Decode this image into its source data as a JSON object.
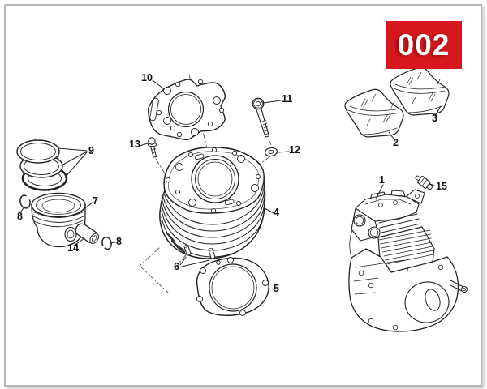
{
  "diagram": {
    "badge_code": "002",
    "callouts": [
      "1",
      "2",
      "3",
      "4",
      "5",
      "6",
      "7",
      "8",
      "8",
      "9",
      "10",
      "11",
      "12",
      "13",
      "14",
      "15"
    ],
    "colors": {
      "badge_red": "#d5181e",
      "line": "#222222",
      "frame_gray": "#b6b6b6"
    }
  }
}
